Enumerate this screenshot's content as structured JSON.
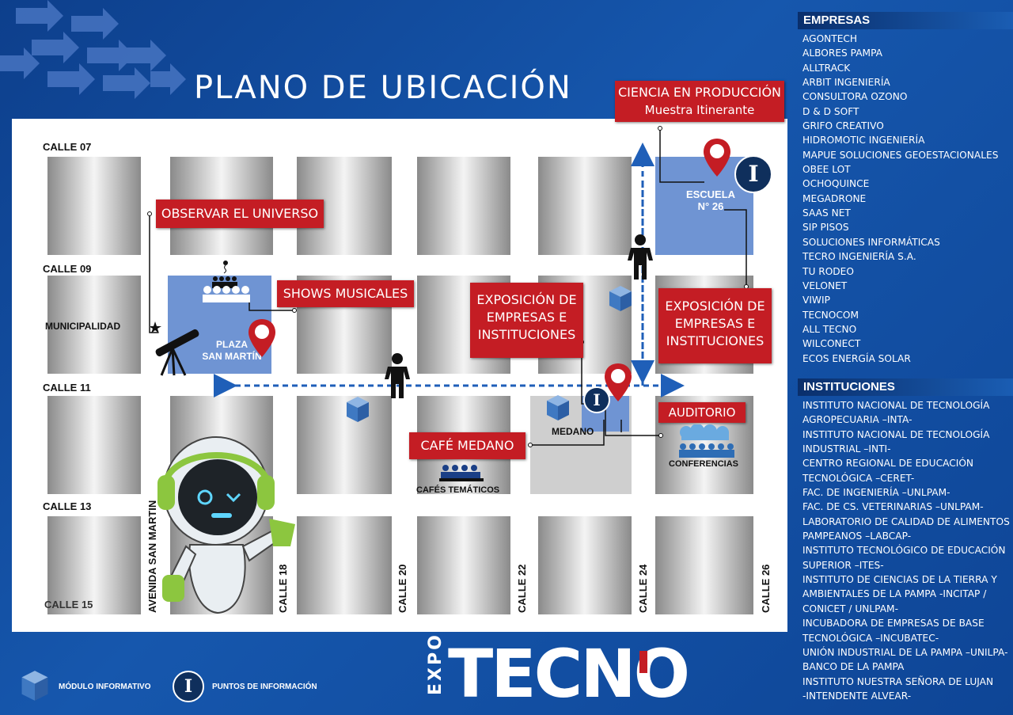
{
  "title": "PLANO DE UBICACIÓN",
  "streets": {
    "calle07": "CALLE 07",
    "calle09": "CALLE 09",
    "calle11": "CALLE 11",
    "calle13": "CALLE 13",
    "calle15": "CALLE 15",
    "municipalidad": "MUNICIPALIDAD",
    "avenida": "AVENIDA SAN MARTIN",
    "calle18": "CALLE 18",
    "calle20": "CALLE 20",
    "calle22": "CALLE 22",
    "calle24": "CALLE 24",
    "calle26": "CALLE 26"
  },
  "labels": {
    "ciencia_line1": "CIENCIA EN PRODUCCIÓN",
    "ciencia_line2": "Muestra Itinerante",
    "observar": "OBSERVAR EL UNIVERSO",
    "shows": "SHOWS MUSICALES",
    "expo_left_1": "EXPOSICIÓN DE",
    "expo_left_2": "EMPRESAS E",
    "expo_left_3": "INSTITUCIONES",
    "expo_right_1": "EXPOSICIÓN DE",
    "expo_right_2": "EMPRESAS E",
    "expo_right_3": "INSTITUCIONES",
    "auditorio": "AUDITORIO",
    "cafe": "CAFÉ MEDANO",
    "escuela_1": "ESCUELA",
    "escuela_2": "N° 26",
    "plaza_1": "PLAZA",
    "plaza_2": "SAN MARTÍN",
    "medano": "MEDANO",
    "conferencias": "CONFERENCIAS",
    "cafes_tematicos": "CAFÉS TEMÁTICOS",
    "info_letter": "I"
  },
  "legend": {
    "modulo": "MÓDULO INFORMATIVO",
    "puntos": "PUNTOS DE INFORMACIÓN"
  },
  "logo": {
    "expo": "EXPO",
    "tecno": "TECNO"
  },
  "empresas_title": "EMPRESAS",
  "empresas": [
    "AGONTECH",
    "ALBORES PAMPA",
    "ALLTRACK",
    "ARBIT INGENIERÍA",
    "CONSULTORA OZONO",
    "D & D SOFT",
    "GRIFO CREATIVO",
    "HIDROMOTIC INGENIERÍA",
    "MAPUE SOLUCIONES GEOESTACIONALES",
    "OBEE LOT",
    "OCHOQUINCE",
    "MEGADRONE",
    "SAAS NET",
    "SIP PISOS",
    "SOLUCIONES INFORMÁTICAS",
    "TECRO INGENIERÍA S.A.",
    "TU RODEO",
    "VELONET",
    "VIWIP",
    "TECNOCOM",
    "ALL TECNO",
    "WILCONECT",
    "ECOS ENERGÍA SOLAR"
  ],
  "instituciones_title": "INSTITUCIONES",
  "instituciones": [
    "INSTITUTO NACIONAL DE TECNOLOGÍA",
    "AGROPECUARIA –INTA-",
    "INSTITUTO NACIONAL DE TECNOLOGÍA",
    "INDUSTRIAL –INTI-",
    "CENTRO REGIONAL DE EDUCACIÓN",
    "TECNOLÓGICA –CERET-",
    "FAC. DE INGENIERÍA –UNLPAM-",
    "FAC. DE CS. VETERINARIAS –UNLPAM-",
    "LABORATORIO DE CALIDAD DE ALIMENTOS",
    "PAMPEANOS –LABCAP-",
    "INSTITUTO TECNOLÓGICO DE EDUCACIÓN",
    "SUPERIOR –ITES-",
    "INSTITUTO DE CIENCIAS DE LA TIERRA Y",
    "AMBIENTALES DE LA PAMPA -INCITAP /",
    "CONICET / UNLPAM-",
    "INCUBADORA DE EMPRESAS DE BASE",
    "TECNOLÓGICA –INCUBATEC-",
    "UNIÓN INDUSTRIAL DE LA PAMPA –UNILPA-",
    "BANCO DE LA PAMPA",
    "INSTITUTO NUESTRA SEÑORA DE LUJAN",
    "-INTENDENTE ALVEAR-"
  ],
  "colors": {
    "background": "#1657ad",
    "red": "#c41d24",
    "blue_box": "#6f94d3",
    "path": "#1f5fb8"
  }
}
